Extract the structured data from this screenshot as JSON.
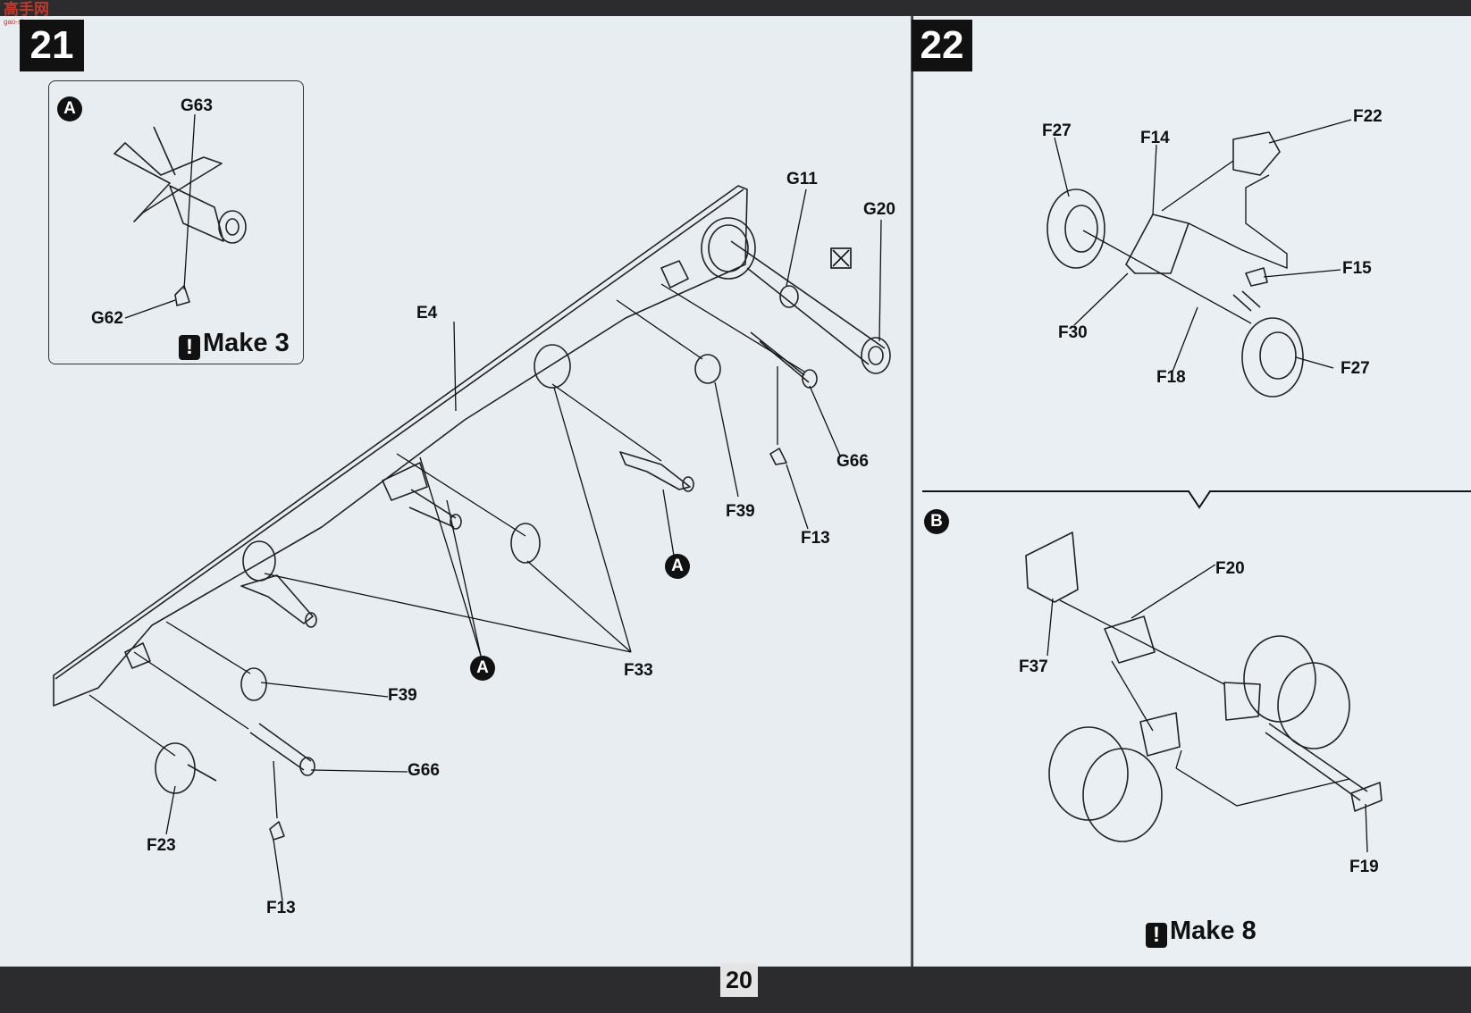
{
  "page": {
    "number": "20"
  },
  "logo": {
    "text_top": "高手网",
    "text_bottom": "gao-shou.com"
  },
  "step21": {
    "number": "21",
    "inset": {
      "badge": "A",
      "parts": [
        "G63",
        "G62"
      ],
      "make": "Make 3"
    },
    "labels": {
      "g11": "G11",
      "g20": "G20",
      "e4": "E4",
      "g66_top": "G66",
      "f39_top": "F39",
      "f13_top": "F13",
      "a_mid": "A",
      "a_left": "A",
      "f33": "F33",
      "f39_bottom": "F39",
      "g66_bottom": "G66",
      "f23": "F23",
      "f13_bottom": "F13"
    }
  },
  "step22": {
    "number": "22",
    "labels": {
      "f27_top": "F27",
      "f14": "F14",
      "f22": "F22",
      "f15": "F15",
      "f30": "F30",
      "f18": "F18",
      "f27_bottom": "F27"
    },
    "subB": {
      "badge": "B",
      "labels": {
        "f20": "F20",
        "f37": "F37",
        "f19": "F19"
      },
      "make": "Make 8"
    }
  },
  "colors": {
    "paper": "#e8edf2",
    "ink": "#111111",
    "background": "#2c2c2e"
  }
}
